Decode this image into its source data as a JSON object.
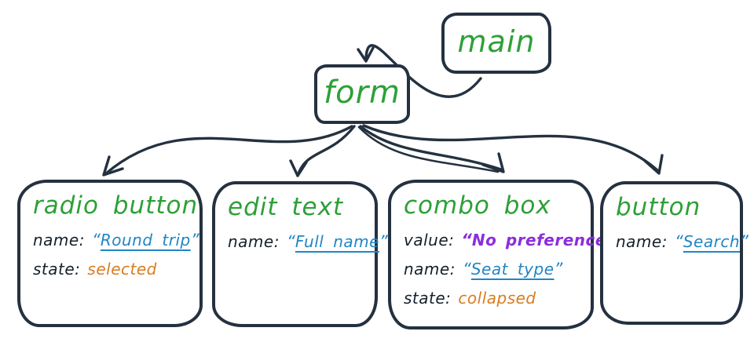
{
  "colors": {
    "stroke": "#243140",
    "role_green": "#2da037",
    "name_blue": "#2086c5",
    "state_orange": "#d97c20",
    "value_purple": "#8c2ddc",
    "key_dark": "#13202c"
  },
  "quotes": {
    "open": "“",
    "close": "”"
  },
  "nodes": {
    "main": {
      "label": "main"
    },
    "form": {
      "label": "form"
    },
    "children": [
      {
        "label": "radio button",
        "props": [
          {
            "key": "name:",
            "value": "Round trip"
          },
          {
            "key": "state:",
            "value": "selected"
          }
        ]
      },
      {
        "label": "edit text",
        "props": [
          {
            "key": "name:",
            "value": "Full name"
          }
        ]
      },
      {
        "label": "combo box",
        "props": [
          {
            "key": "value:",
            "value": "No preference"
          },
          {
            "key": "name:",
            "value": "Seat type"
          },
          {
            "key": "state:",
            "value": "collapsed"
          }
        ]
      },
      {
        "label": "button",
        "props": [
          {
            "key": "name:",
            "value": "Search"
          }
        ]
      }
    ]
  }
}
